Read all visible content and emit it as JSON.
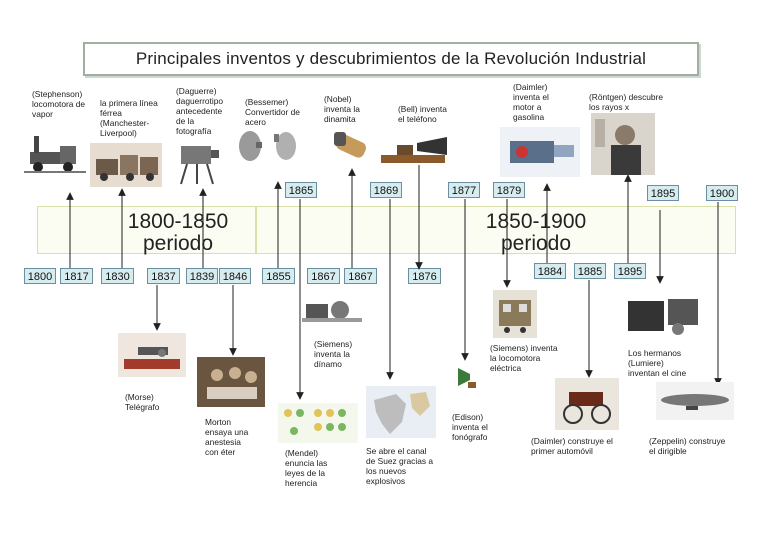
{
  "title": "Principales inventos y descubrimientos de la Revolución Industrial",
  "periods": {
    "p1_years": "1800-1850",
    "p1_word": "periodo",
    "p2_years": "1850-1900",
    "p2_word": "periodo"
  },
  "years_top": [
    "1865",
    "1869",
    "1877",
    "1879",
    "1895",
    "1900"
  ],
  "years_bottom": [
    "1800",
    "1817",
    "1830",
    "1837",
    "1839",
    "1846",
    "1855",
    "1867",
    "1867",
    "1876",
    "1884",
    "1885",
    "1895"
  ],
  "labels": {
    "stephenson": "(Stephenson)\nlocomotora de\nvapor",
    "linea_ferrea": "la primera línea\nférrea\n(Manchester-\nLiverpool)",
    "daguerre": "(Daguerre)\ndaguerrotipo\nantecedente\nde la\nfotografía",
    "bessemer": "(Bessemer)\nConvertidor de\nacero",
    "nobel": "(Nobel)\ninventa la\ndinamita",
    "bell": "(Bell) inventa\nel teléfono",
    "daimler_motor": "(Daimler)\ninventa el\nmotor a\ngasolina",
    "rontgen": "(Röntgen)  descubre\nlos rayos x",
    "morse": "(Morse)\nTelégrafo",
    "morton": "Morton\nensaya una\nanestesia\ncon éter",
    "siemens_dinamo": "(Siemens)\ninventa la\ndínamo",
    "mendel": "(Mendel)\nenuncia las\nleyes de la\nherencia",
    "suez": "Se abre el canal\nde Suez gracias a\nlos nuevos\nexplosivos",
    "edison": "(Edison)\ninventa el\nfonógrafo",
    "siemens_loco": "(Siemens) inventa\nla locomotora\neléctrica",
    "daimler_auto": "(Daimler) construye el\nprimer automóvil",
    "lumiere": "Los hermanos\n(Lumiere)\ninventan el cine",
    "zeppelin": "(Zeppelin) construye\nel dirigible"
  },
  "colors": {
    "year_box_fill": "#d7ecef",
    "year_box_border": "#6b8fa0",
    "band_fill": "#fbfcf2",
    "title_border": "#9fb0a0"
  }
}
